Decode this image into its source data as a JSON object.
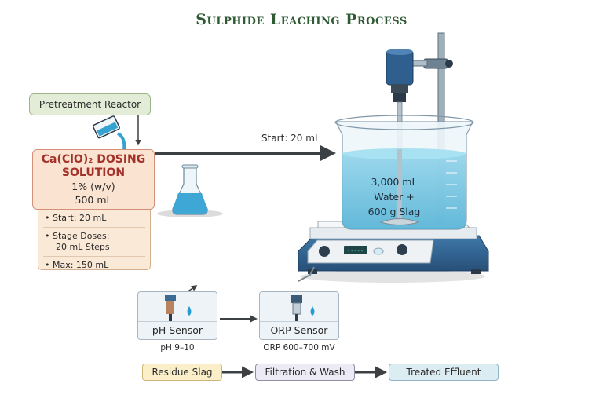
{
  "title": "Sulphide Leaching Process",
  "pretreatment": {
    "label": "Pretreatment Reactor"
  },
  "dosing_solution": {
    "name_line1": "Ca(ClO)₂ DOSING",
    "name_line2": "SOLUTION",
    "concentration": "1% (w/v)",
    "volume": "500 mL",
    "steps": [
      "• Start: 20 mL",
      "• Stage Doses:",
      "20 mL Steps",
      "• Max: 150 mL"
    ]
  },
  "feed_arrow": {
    "label": "Start: 20 mL"
  },
  "reactor": {
    "line1": "3,000 mL",
    "line2": "Water +",
    "line3": "600 g Slag"
  },
  "sensors": [
    {
      "name": "pH Sensor",
      "range": "pH 9–10",
      "icon": "ph-probe-icon"
    },
    {
      "name": "ORP Sensor",
      "range": "ORP 600–700 mV",
      "icon": "orp-probe-icon"
    }
  ],
  "flow": [
    {
      "label": "Residue Slag",
      "color": "#fbefc9"
    },
    {
      "label": "Filtration & Wash",
      "color": "#eceaf4"
    },
    {
      "label": "Treated Effluent",
      "color": "#dcecf3"
    }
  ],
  "colors": {
    "title": "#2f5a34",
    "accent_red": "#a3322a",
    "arrow": "#3c4043",
    "water": "#5fb9da",
    "stirrer_blue": "#2e5f8e"
  }
}
